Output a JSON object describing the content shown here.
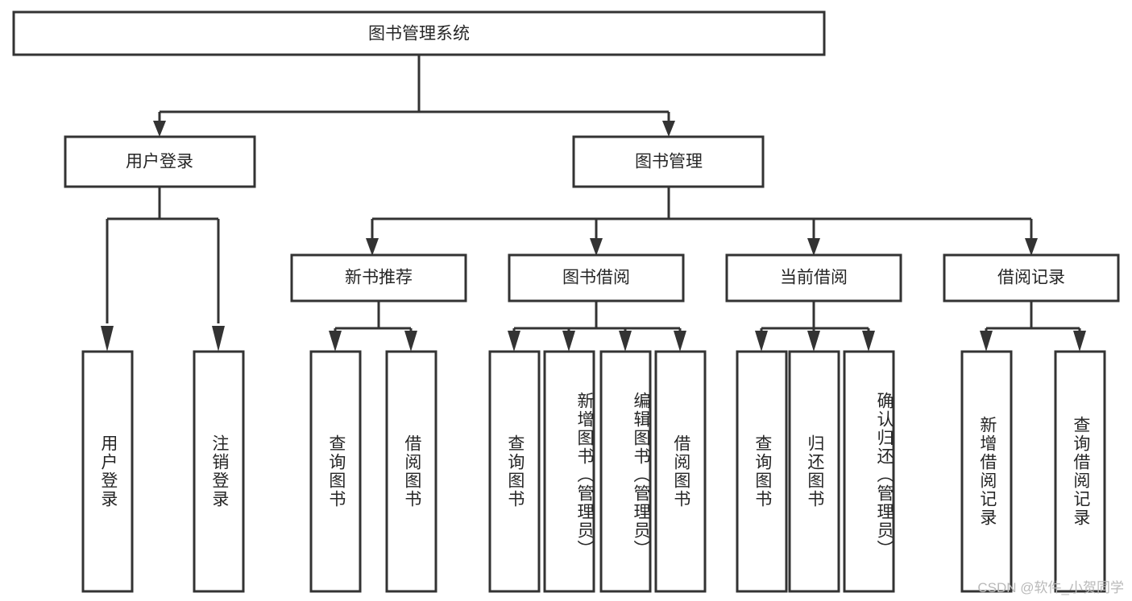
{
  "diagram": {
    "title": "图书管理系统",
    "type": "tree",
    "root": {
      "id": "root",
      "label": "图书管理系统"
    },
    "level2": [
      {
        "id": "user-login",
        "label": "用户登录"
      },
      {
        "id": "book-management",
        "label": "图书管理"
      }
    ],
    "level3": [
      {
        "id": "new-book-recommend",
        "label": "新书推荐",
        "parent": "book-management"
      },
      {
        "id": "book-borrow",
        "label": "图书借阅",
        "parent": "book-management"
      },
      {
        "id": "current-borrow",
        "label": "当前借阅",
        "parent": "book-management"
      },
      {
        "id": "borrow-record",
        "label": "借阅记录",
        "parent": "book-management"
      }
    ],
    "leaves": [
      {
        "id": "leaf-user-login",
        "label": "用户登录",
        "parent": "user-login"
      },
      {
        "id": "leaf-logout",
        "label": "注销登录",
        "parent": "user-login"
      },
      {
        "id": "leaf-query-book-1",
        "label": "查询图书",
        "parent": "new-book-recommend"
      },
      {
        "id": "leaf-borrow-book-1",
        "label": "借阅图书",
        "parent": "new-book-recommend"
      },
      {
        "id": "leaf-query-book-2",
        "label": "查询图书",
        "parent": "book-borrow"
      },
      {
        "id": "leaf-add-book",
        "label": "新增图书（管理员）",
        "parent": "book-borrow"
      },
      {
        "id": "leaf-edit-book",
        "label": "编辑图书（管理员）",
        "parent": "book-borrow"
      },
      {
        "id": "leaf-borrow-book-2",
        "label": "借阅图书",
        "parent": "book-borrow"
      },
      {
        "id": "leaf-query-book-3",
        "label": "查询图书",
        "parent": "current-borrow"
      },
      {
        "id": "leaf-return-book",
        "label": "归还图书",
        "parent": "current-borrow"
      },
      {
        "id": "leaf-confirm-return",
        "label": "确认归还（管理员）",
        "parent": "current-borrow"
      },
      {
        "id": "leaf-add-record",
        "label": "新增借阅记录",
        "parent": "borrow-record"
      },
      {
        "id": "leaf-query-record",
        "label": "查询借阅记录",
        "parent": "borrow-record"
      }
    ],
    "watermark": "CSDN @软件_小贺同学",
    "colors": {
      "stroke": "#333333",
      "fill": "#ffffff",
      "text": "#262626",
      "watermark": "#b9b9b9"
    }
  }
}
